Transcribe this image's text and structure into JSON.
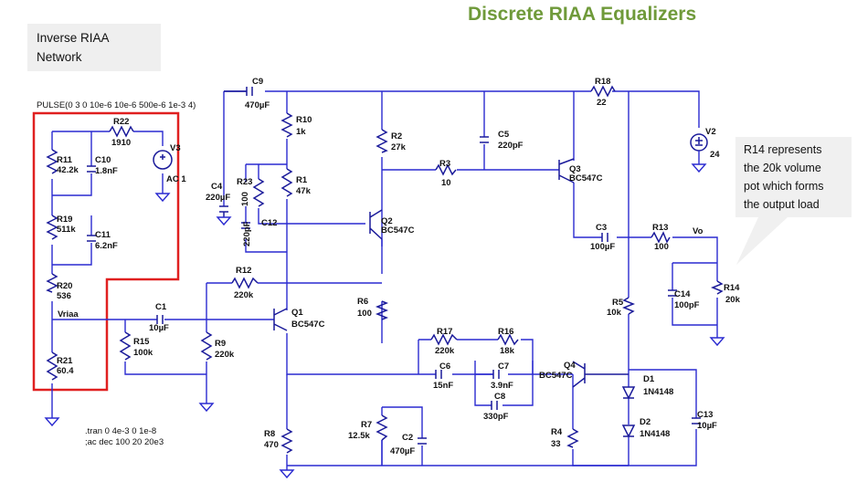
{
  "title": "Discrete RIAA Equalizers",
  "callouts": {
    "left": [
      "Inverse RIAA",
      "Network"
    ],
    "right": [
      "R14 represents",
      "the 20k volume",
      "pot which forms",
      "the output load"
    ]
  },
  "directives": {
    "pulse": "PULSE(0 3 0 10e-6 10e-6 500e-6 1e-3 4)",
    "tran": ".tran 0 4e-3 0 1e-8",
    "ac": ";ac dec 100 20 20e3"
  },
  "components": {
    "C9": [
      "C9",
      "470µF"
    ],
    "R10": [
      "R10",
      "1k"
    ],
    "R2": [
      "R2",
      "27k"
    ],
    "C5": [
      "C5",
      "220pF"
    ],
    "R18": [
      "R18",
      "22"
    ],
    "V2": [
      "V2",
      "24"
    ],
    "R22": [
      "R22",
      "1910"
    ],
    "V3": [
      "V3",
      "AC 1"
    ],
    "R11": [
      "R11",
      "42.2k"
    ],
    "C10": [
      "C10",
      "1.8nF"
    ],
    "R19": [
      "R19",
      "511k"
    ],
    "C11": [
      "C11",
      "6.2nF"
    ],
    "R20": [
      "R20",
      "536"
    ],
    "R21": [
      "R21",
      "60.4"
    ],
    "C4": [
      "C4",
      "220µF"
    ],
    "R23": [
      "R23",
      "100"
    ],
    "C12": [
      "C12",
      "220pF"
    ],
    "R1": [
      "R1",
      "47k"
    ],
    "R3": [
      "R3",
      "10"
    ],
    "Q3": [
      "Q3",
      "BC547C"
    ],
    "Q2": [
      "Q2",
      "BC547C"
    ],
    "C3": [
      "C3",
      "100µF"
    ],
    "R13": [
      "R13",
      "100"
    ],
    "R12": [
      "R12",
      "220k"
    ],
    "C1": [
      "C1",
      "10µF"
    ],
    "R15": [
      "R15",
      "100k"
    ],
    "R9": [
      "R9",
      "220k"
    ],
    "Q1": [
      "Q1",
      "BC547C"
    ],
    "R6": [
      "R6",
      "100"
    ],
    "R17": [
      "R17",
      "220k"
    ],
    "R16": [
      "R16",
      "18k"
    ],
    "C6": [
      "C6",
      "15nF"
    ],
    "C7": [
      "C7",
      "3.9nF"
    ],
    "C8": [
      "C8",
      "330pF"
    ],
    "Q4": [
      "Q4",
      "BC547C"
    ],
    "R5": [
      "R5",
      "10k"
    ],
    "C14": [
      "C14",
      "100pF"
    ],
    "R14": [
      "R14",
      "20k"
    ],
    "D1": [
      "D1",
      "1N4148"
    ],
    "D2": [
      "D2",
      "1N4148"
    ],
    "C13": [
      "C13",
      "10µF"
    ],
    "R8": [
      "R8",
      "470"
    ],
    "R7": [
      "R7",
      "12.5k"
    ],
    "C2": [
      "C2",
      "470µF"
    ],
    "R4": [
      "R4",
      "33"
    ]
  },
  "nets": {
    "vriaa": "Vriaa",
    "vo": "Vo"
  },
  "colors": {
    "wire": "#2a2ad0",
    "highlight": "#e02020",
    "title": "#6f9a3a"
  }
}
